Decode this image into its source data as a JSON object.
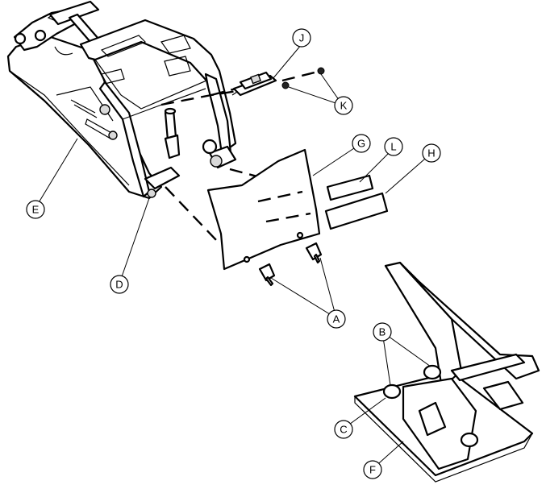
{
  "callouts": [
    {
      "id": "A",
      "label": "A"
    },
    {
      "id": "B",
      "label": "B"
    },
    {
      "id": "C",
      "label": "C"
    },
    {
      "id": "D",
      "label": "D"
    },
    {
      "id": "E",
      "label": "E"
    },
    {
      "id": "F",
      "label": "F"
    },
    {
      "id": "G",
      "label": "G"
    },
    {
      "id": "H",
      "label": "H"
    },
    {
      "id": "J",
      "label": "J"
    },
    {
      "id": "K",
      "label": "K"
    },
    {
      "id": "L",
      "label": "L"
    }
  ]
}
